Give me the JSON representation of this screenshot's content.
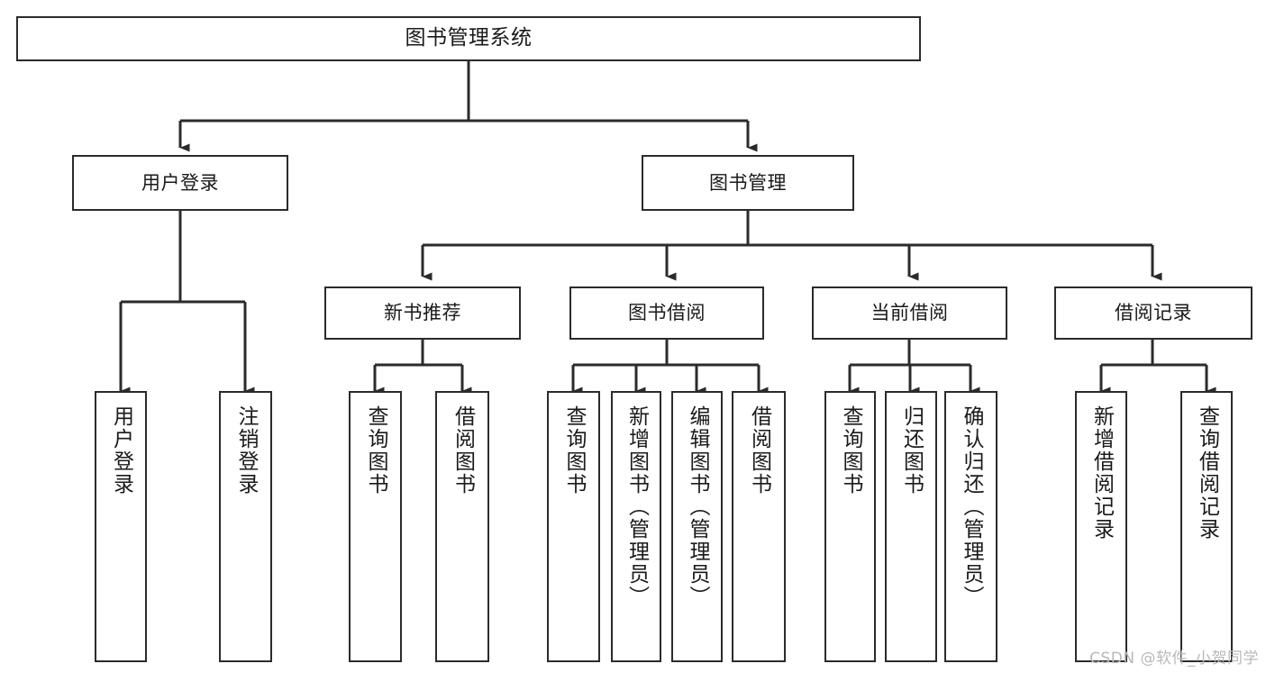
{
  "diagram": {
    "title": "图书管理系统",
    "watermark": "CSDN @软件_小贺同学",
    "stroke_color": "#2b2b2b",
    "background_color": "#ffffff",
    "text_color": "#1a1a1a",
    "watermark_color": "#b9b9b9"
  },
  "nodes": {
    "root": {
      "label": "图书管理系统"
    },
    "level1": [
      {
        "label": "用户登录"
      },
      {
        "label": "图书管理"
      }
    ],
    "level2": [
      {
        "label": "新书推荐"
      },
      {
        "label": "图书借阅"
      },
      {
        "label": "当前借阅"
      },
      {
        "label": "借阅记录"
      }
    ],
    "leaves_user_login": [
      {
        "label": "用户登录"
      },
      {
        "label": "注销登录"
      }
    ],
    "leaves_new_books": [
      {
        "label": "查询图书"
      },
      {
        "label": "借阅图书"
      }
    ],
    "leaves_borrow": [
      {
        "label": "查询图书"
      },
      {
        "label": "新增图书（管理员）"
      },
      {
        "label": "编辑图书（管理员）"
      },
      {
        "label": "借阅图书"
      }
    ],
    "leaves_current": [
      {
        "label": "查询图书"
      },
      {
        "label": "归还图书"
      },
      {
        "label": "确认归还（管理员）"
      }
    ],
    "leaves_records": [
      {
        "label": "新增借阅记录"
      },
      {
        "label": "查询借阅记录"
      }
    ]
  }
}
